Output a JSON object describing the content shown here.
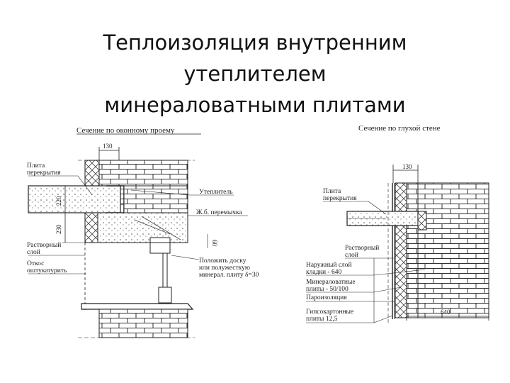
{
  "title": {
    "line1": "Теплоизоляция внутренним",
    "line2": "утеплителем",
    "line3": "минераловатными плитами"
  },
  "left_section": {
    "heading": "Сечение по оконному проему",
    "dim_top": "130",
    "dim_220": "220",
    "dim_230": "230",
    "dim_60": "60",
    "labels": {
      "slab_l1": "Плита",
      "slab_l2": "перекрытия",
      "insulation": "Утеплитель",
      "lintel": "Ж.б. перемычка",
      "mortar_l1": "Растворный",
      "mortar_l2": "слой",
      "plaster_l1": "Откос",
      "plaster_l2": "оштукатурить",
      "board_l1": "Положить доску",
      "board_l2": "или полужесткую",
      "board_l3": "минерал. плиту δ=30"
    }
  },
  "right_section": {
    "heading": "Сечение по глухой стене",
    "dim_top": "130",
    "dim_bottom": "640",
    "labels": {
      "slab_l1": "Плита",
      "slab_l2": "перекрытия",
      "mortar_l1": "Растворный",
      "mortar_l2": "слой",
      "outer_l1": "Наружный слой",
      "outer_l2": "кладки - 640",
      "mineral_l1": "Минераловатные",
      "mineral_l2": "плиты - 50/100",
      "vapor": "Пароизоляция",
      "gypsum_l1": "Гипсокартонные",
      "gypsum_l2": "плиты       12,5"
    }
  }
}
